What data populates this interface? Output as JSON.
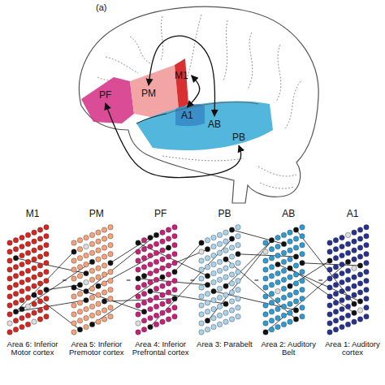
{
  "diagram": {
    "nodes": [
      {
        "text": [
          "PF"
        ]
      },
      {
        "text": [
          "PM"
        ]
      },
      {
        "text": [
          "M1"
        ]
      },
      {
        "text": [
          "A1"
        ]
      },
      {
        "text": [
          "AB"
        ]
      },
      {
        "text": [
          "PB"
        ]
      },
      {
        "text": [
          "M1",
          "Area 6: Inferior Motor cortex"
        ]
      },
      {
        "text": [
          "PM",
          "Area 5: Inferior Premotor cortex"
        ]
      },
      {
        "text": [
          "PF",
          "Area 4: Inferior Prefrontal cortex"
        ]
      },
      {
        "text": [
          "PB",
          "Area 3: Parabelt"
        ]
      },
      {
        "text": [
          "AB",
          "Area 2: Auditory Belt"
        ]
      },
      {
        "text": [
          "A1",
          "Area 1: Auditory cortex"
        ]
      }
    ],
    "edges": [
      {
        "from": 0,
        "to": 5,
        "arrow": "both"
      },
      {
        "from": 1,
        "to": 4,
        "arrow": "both"
      },
      {
        "from": 2,
        "to": 3,
        "arrow": "both"
      },
      {
        "from": 6,
        "to": 7,
        "arrow": "none"
      },
      {
        "from": 7,
        "to": 8,
        "arrow": "none"
      },
      {
        "from": 8,
        "to": 9,
        "arrow": "none"
      },
      {
        "from": 9,
        "to": 10,
        "arrow": "none"
      },
      {
        "from": 10,
        "to": 11,
        "arrow": "none"
      }
    ],
    "labels": [
      "(a)"
    ]
  }
}
